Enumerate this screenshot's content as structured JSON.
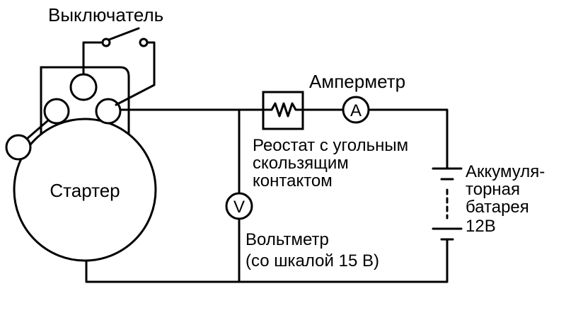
{
  "labels": {
    "switch": "Выключатель",
    "ammeter": "Амперметр",
    "ammeter_symbol": "A",
    "rheostat_line1": "Реостат с угольным",
    "rheostat_line2": "скользящим",
    "rheostat_line3": "контактом",
    "starter": "Стартер",
    "voltmeter_symbol": "V",
    "voltmeter_line1": "Вольтметр",
    "voltmeter_line2": "(со шкалой 15 В)",
    "battery_line1": "Аккумуля-",
    "battery_line2": "торная",
    "battery_line3": "батарея",
    "battery_line4": "12В"
  }
}
